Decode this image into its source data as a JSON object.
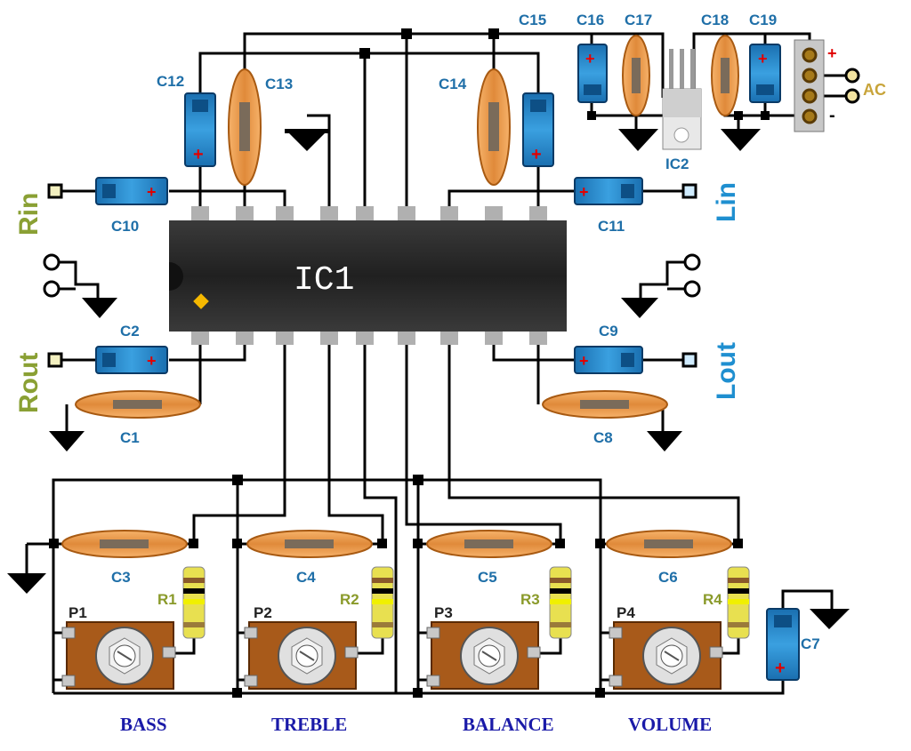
{
  "ic1": {
    "label": "IC1"
  },
  "ic2": {
    "label": "IC2"
  },
  "capacitors": [
    "C1",
    "C2",
    "C3",
    "C4",
    "C5",
    "C6",
    "C7",
    "C8",
    "C9",
    "C10",
    "C11",
    "C12",
    "C13",
    "C14",
    "C15",
    "C16",
    "C17",
    "C18",
    "C19"
  ],
  "resistors": [
    "R1",
    "R2",
    "R3",
    "R4"
  ],
  "pots": [
    "P1",
    "P2",
    "P3",
    "P4"
  ],
  "io": {
    "rin": "Rin",
    "lin": "Lin",
    "rout": "Rout",
    "lout": "Lout",
    "ac": "AC",
    "plus": "+",
    "minus": "-"
  },
  "controls": [
    "BASS",
    "TREBLE",
    "BALANCE",
    "VOLUME"
  ]
}
